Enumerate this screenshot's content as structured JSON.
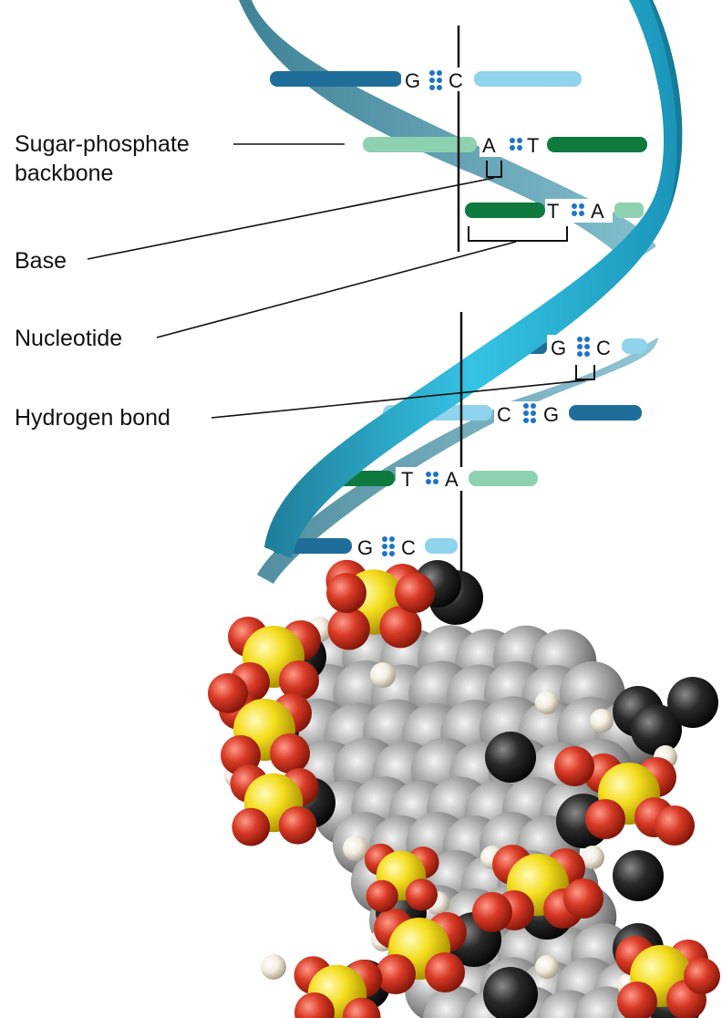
{
  "labels": {
    "backbone_line1": "Sugar-phosphate",
    "backbone_line2": "backbone",
    "base": "Base",
    "nucleotide": "Nucleotide",
    "hydrogen_bond": "Hydrogen bond"
  },
  "base_pairs": [
    {
      "left": "G",
      "right": "C",
      "bonds": 3
    },
    {
      "left": "A",
      "right": "T",
      "bonds": 2
    },
    {
      "left": "T",
      "right": "A",
      "bonds": 2
    },
    {
      "left": "G",
      "right": "C",
      "bonds": 3
    },
    {
      "left": "C",
      "right": "G",
      "bonds": 3
    },
    {
      "left": "T",
      "right": "A",
      "bonds": 2
    },
    {
      "left": "G",
      "right": "C",
      "bonds": 3
    }
  ],
  "colors": {
    "helix_ribbon": "#29b6d8",
    "helix_shadow": "#1f6f86",
    "gc_bar_dark": "#1e6e99",
    "gc_bar_light": "#8fd3ec",
    "at_bar_dark": "#0e7a3e",
    "at_bar_light": "#8ed1b0",
    "hydrogen_dot": "#1d74c9",
    "atom_oxygen": "#d83a26",
    "atom_phosphorus": "#f4dd1e",
    "atom_carbon": "#2a2a2a",
    "atom_hydrogen": "#f2ecdf",
    "atom_base_gray": "#a9a9a9"
  }
}
